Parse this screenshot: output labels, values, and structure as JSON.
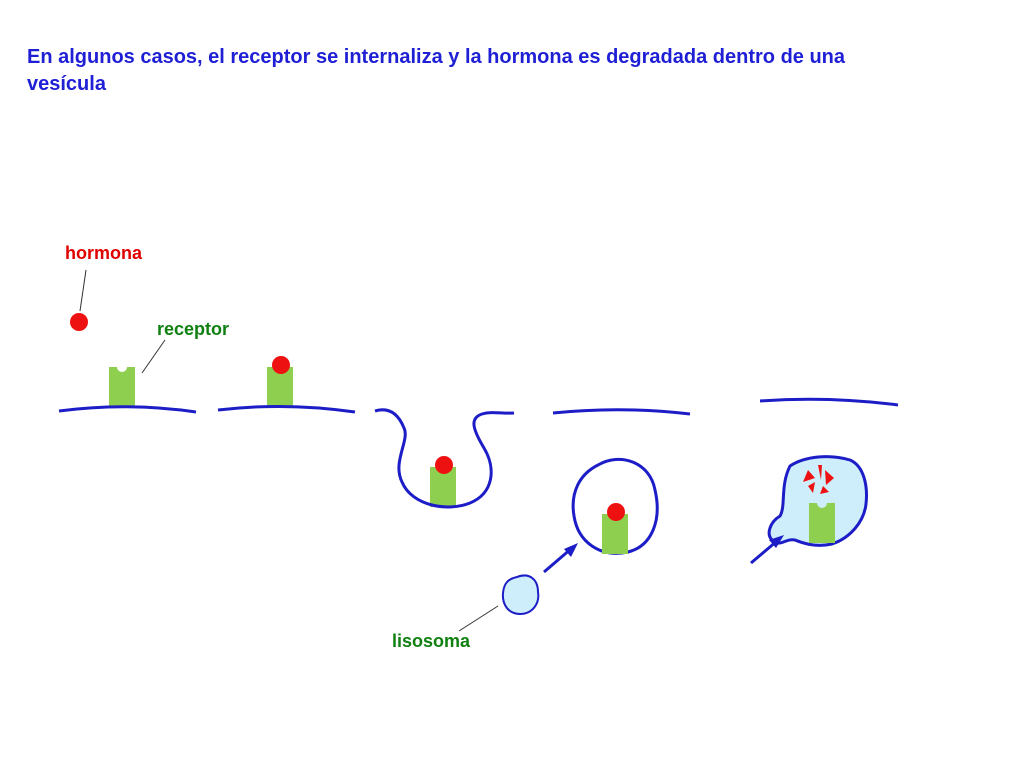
{
  "title": "En algunos casos, el receptor se internaliza y la hormona es degradada dentro de una vesícula",
  "labels": {
    "hormona": "hormona",
    "receptor": "receptor",
    "lisosoma": "lisosoma"
  },
  "colors": {
    "title": "#1f1fd6",
    "membrane": "#1d1dc8",
    "hormone": "#ee1111",
    "receptor": "#8fcf4f",
    "receptor_label": "#108010",
    "lysosome_fill": "#cdeefa",
    "leader_line": "#333333"
  }
}
